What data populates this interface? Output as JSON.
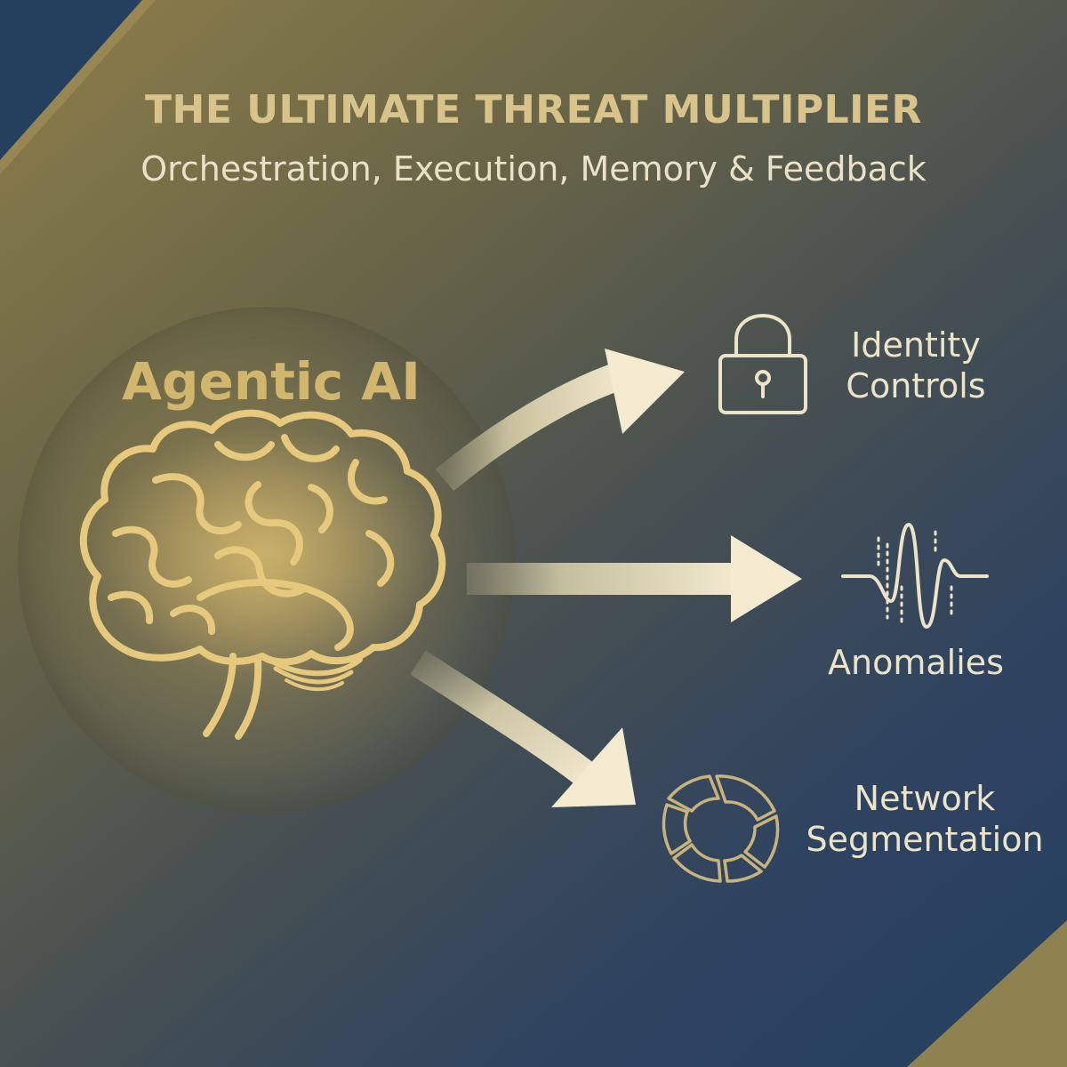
{
  "header": {
    "title": "THE ULTIMATE THREAT MULTIPLIER",
    "subtitle": "Orchestration, Execution, Memory & Feedback"
  },
  "center": {
    "label": "Agentic AI",
    "icon": "brain-icon"
  },
  "outputs": [
    {
      "line1": "Identity",
      "line2": "Controls",
      "icon": "padlock-icon"
    },
    {
      "line1": "Anomalies",
      "icon": "waveform-icon"
    },
    {
      "line1": "Network",
      "line2": "Segmentation",
      "icon": "segmented-ring-icon"
    }
  ],
  "colors": {
    "gold": "#d2b66e",
    "cream": "#ece4c8",
    "navy": "#25405f"
  }
}
